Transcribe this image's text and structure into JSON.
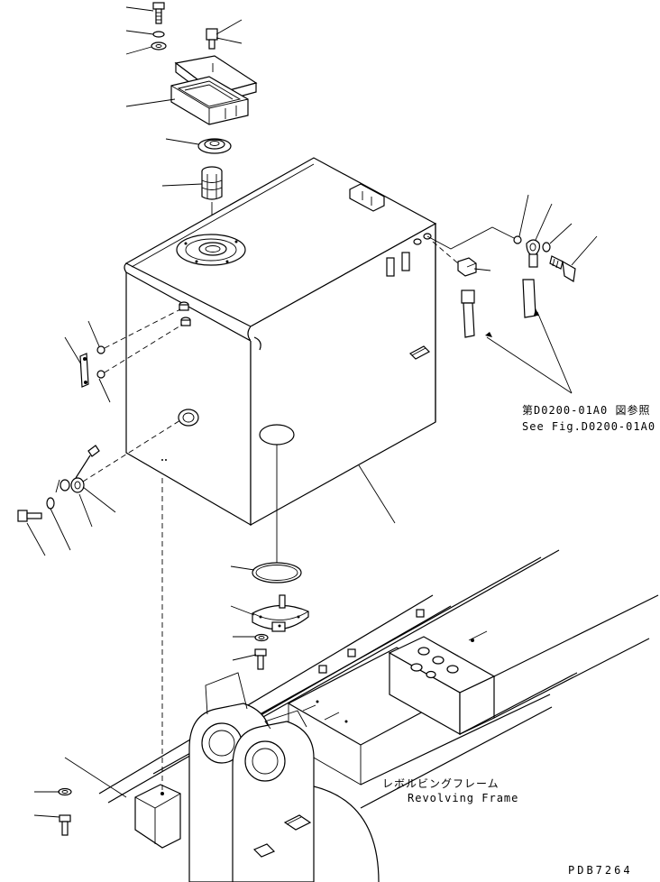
{
  "annotations": {
    "reference_jp": "第D0200-01A0 図参照",
    "reference_en": "See Fig.D0200-01A0",
    "frame_jp": "レボルビングフレーム",
    "frame_en": "Revolving Frame",
    "drawing_number": "PDB7264"
  },
  "callout_count": 30,
  "colors": {
    "line": "#000000",
    "background": "#ffffff"
  }
}
